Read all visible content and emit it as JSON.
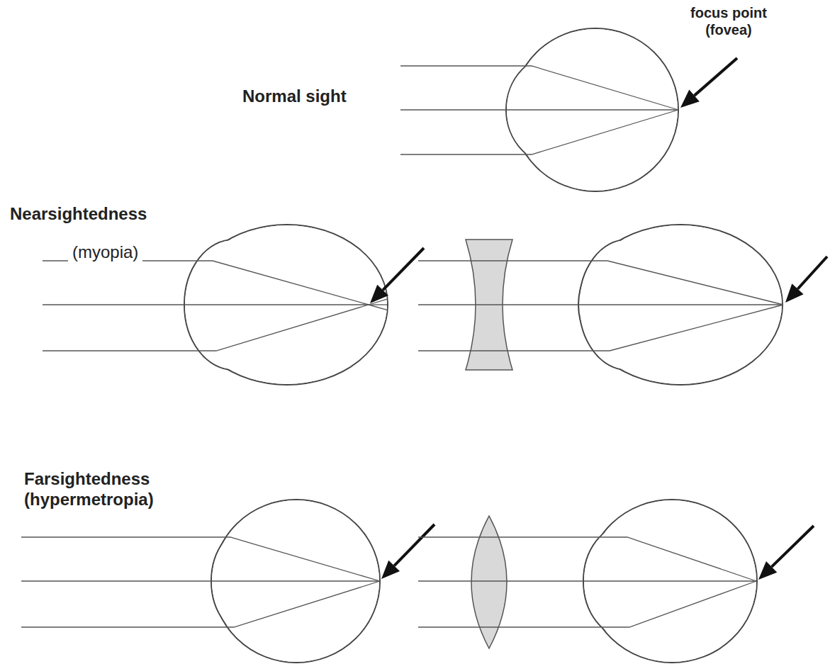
{
  "diagram": {
    "labels": [
      "focus point (fovea)",
      "Normal sight",
      "Nearsightedness",
      "(myopia)",
      "Farsightedness (hypermetropia)"
    ]
  }
}
